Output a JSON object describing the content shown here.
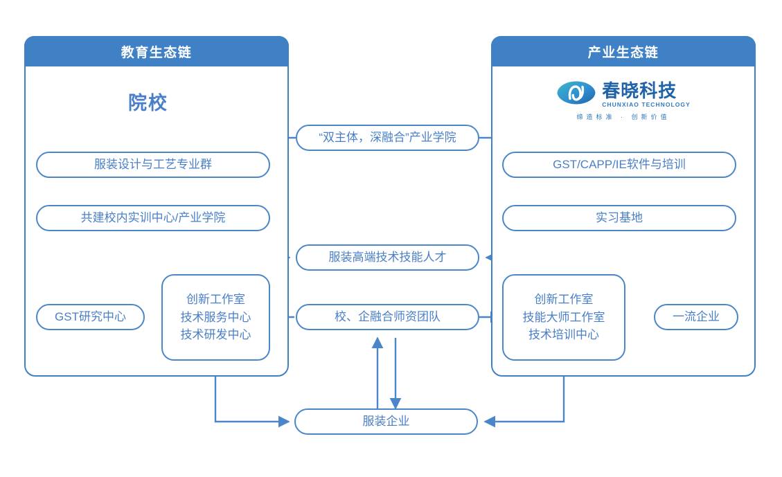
{
  "panels": {
    "left": {
      "header": "教育生态链",
      "title": "院校"
    },
    "right": {
      "header": "产业生态链"
    }
  },
  "logo": {
    "name": "春晓科技",
    "en": "CHUNXIAO TECHNOLOGY",
    "tagline": "缔造标准 · 创新价值",
    "mark": "chunxiao-eye-logo-icon"
  },
  "nodes": {
    "industry_college": "“双主体，深融合”产业学院",
    "left_major_group": "服装设计与工艺专业群",
    "left_training_center": "共建校内实训中心/产业学院",
    "talent": "服装高端技术技能人才",
    "right_software": "GST/CAPP/IE软件与培训",
    "right_internship": "实习基地",
    "gst_research": "GST研究中心",
    "left_studio": [
      "创新工作室",
      "技术服务中心",
      "技术研发中心"
    ],
    "faculty_team": "校、企融合师资团队",
    "right_studio": [
      "创新工作室",
      "技能大师工作室",
      "技术培训中心"
    ],
    "top_enterprise": "一流企业",
    "apparel_enterprise": "服装企业"
  },
  "colors": {
    "header_blue": "#4080c4",
    "border_blue": "#4a86c8",
    "text_blue": "#4a7fc8",
    "wire_blue": "#4a86c8",
    "logo_cn": "#1f62a8",
    "logo_en": "#2f7bbe",
    "background": "#ffffff"
  }
}
